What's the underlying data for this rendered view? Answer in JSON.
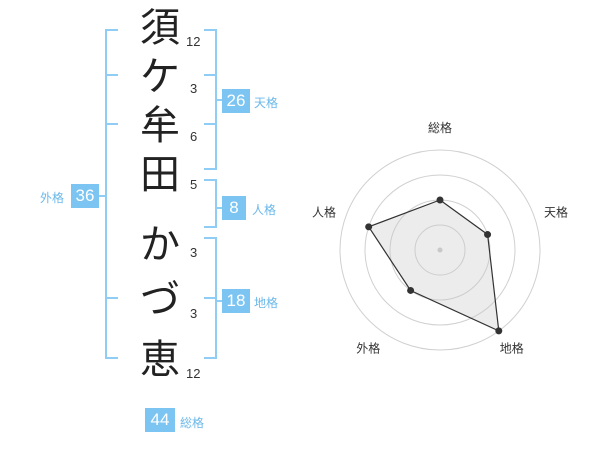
{
  "colors": {
    "accent": "#7cc4f2",
    "bracket": "#8fcdf5",
    "label": "#6bb8ea",
    "text": "#222222"
  },
  "name": {
    "characters": [
      {
        "char": "須",
        "strokes": "12"
      },
      {
        "char": "ケ",
        "strokes": "3"
      },
      {
        "char": "牟",
        "strokes": "6"
      },
      {
        "char": "田",
        "strokes": "5"
      },
      {
        "char": "か",
        "strokes": "3"
      },
      {
        "char": "づ",
        "strokes": "3"
      },
      {
        "char": "恵",
        "strokes": "12"
      }
    ]
  },
  "fortunes": {
    "tenkaku": {
      "value": "26",
      "label": "天格"
    },
    "jinkaku": {
      "value": "8",
      "label": "人格"
    },
    "chikaku": {
      "value": "18",
      "label": "地格"
    },
    "gaikaku": {
      "value": "36",
      "label": "外格"
    },
    "soukaku": {
      "value": "44",
      "label": "総格"
    }
  },
  "chart_data": {
    "type": "radar",
    "axes": [
      "総格",
      "天格",
      "地格",
      "外格",
      "人格"
    ],
    "values": [
      2,
      2,
      4,
      2,
      3
    ],
    "max": 4,
    "rings": 4,
    "grid": true
  }
}
